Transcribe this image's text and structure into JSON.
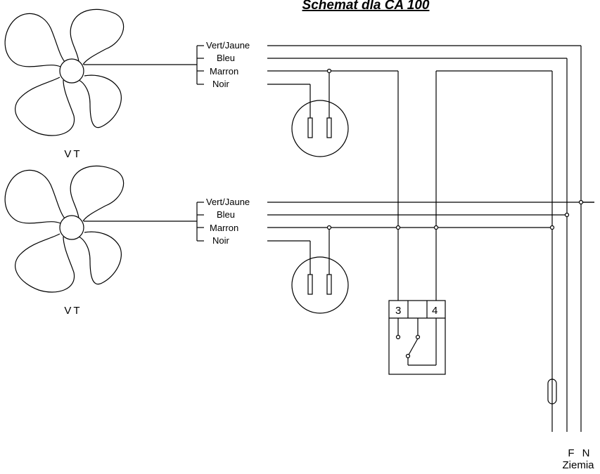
{
  "title": "Schemat dla CA 100",
  "fans": [
    {
      "label": "VT",
      "wires": [
        "Vert/Jaune",
        "Bleu",
        "Marron",
        "Noir"
      ]
    },
    {
      "label": "VT",
      "wires": [
        "Vert/Jaune",
        "Bleu",
        "Marron",
        "Noir"
      ]
    }
  ],
  "switch_block": {
    "terminal_left": "3",
    "terminal_right": "4"
  },
  "supply": {
    "phase": "F",
    "neutral": "N",
    "earth": "Ziemia"
  }
}
